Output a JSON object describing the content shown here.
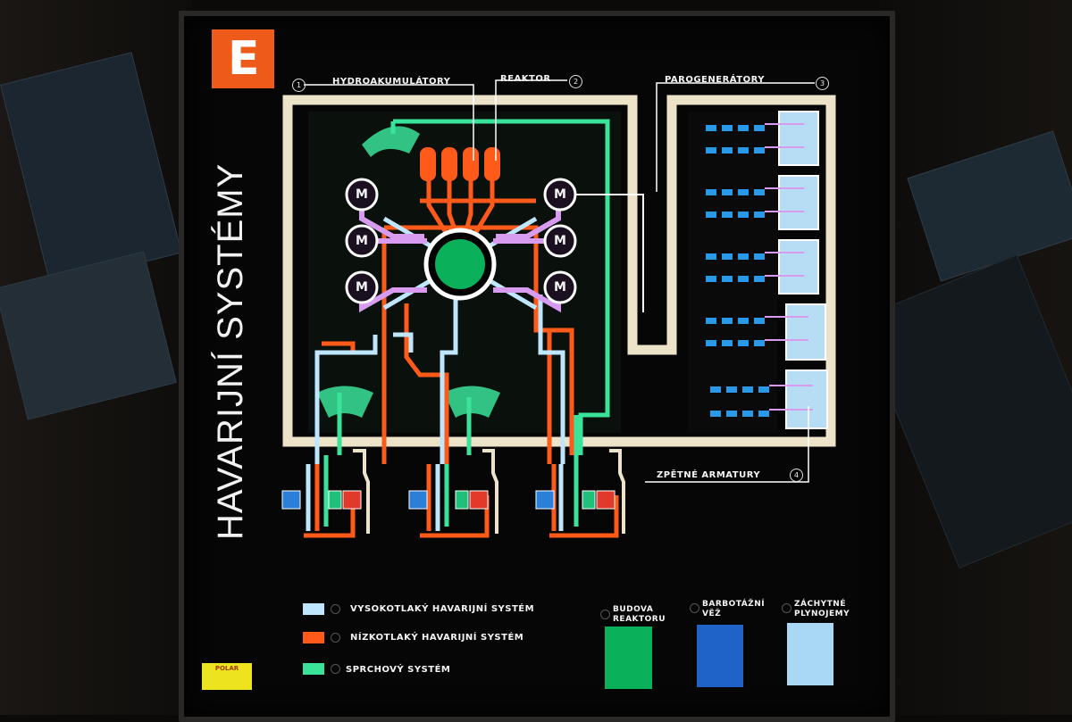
{
  "panel": {
    "title": "HAVARIJNÍ SYSTÉMY",
    "logo_glyph": "E",
    "callouts": [
      {
        "number": "1",
        "label": "HYDROAKUMULÁTORY"
      },
      {
        "number": "2",
        "label": "REAKTOR"
      },
      {
        "number": "3",
        "label": "PAROGENERÁTORY"
      },
      {
        "number": "4",
        "label": "ZPĚTNÉ ARMATURY"
      }
    ],
    "pump_glyph": "M"
  },
  "legend": {
    "lines": [
      {
        "label": "VYSOKOTLAKÝ HAVARIJNÍ SYSTÉM",
        "color": "#bfe6ff"
      },
      {
        "label": "NÍZKOTLAKÝ HAVARIJNÍ SYSTÉM",
        "color": "#ff5a1a"
      },
      {
        "label": "SPRCHOVÝ SYSTÉM",
        "color": "#39e39a"
      }
    ],
    "areas": [
      {
        "label_line1": "BUDOVA",
        "label_line2": "REAKTORU",
        "color": "#0bb05a"
      },
      {
        "label_line1": "BARBOTÁŽNÍ",
        "label_line2": "VĚŽ",
        "color": "#1f63c8"
      },
      {
        "label_line1": "ZÁCHYTNÉ",
        "label_line2": "PLYNOJEMY",
        "color": "#a9d8f4"
      }
    ]
  },
  "sponsor": {
    "text": "POLAR"
  },
  "colors": {
    "high_pressure": "#bfe6ff",
    "low_pressure": "#ff5a1a",
    "spray": "#39e39a",
    "reactor": "#0bb05a",
    "frame": "#ece3c8",
    "accent_logo": "#ee5a1a",
    "pump_line": "#d79bf0"
  }
}
